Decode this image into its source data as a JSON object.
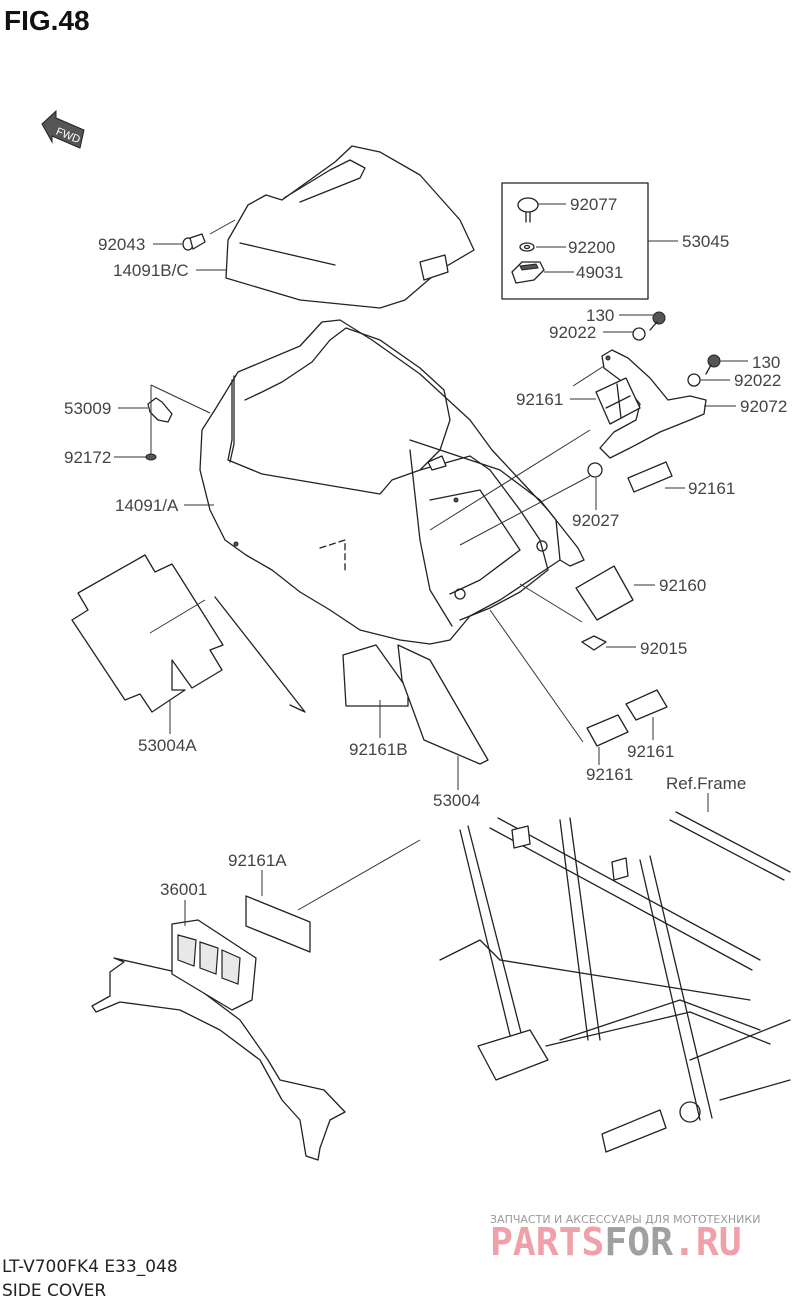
{
  "figure": {
    "title": "FIG.48",
    "direction_indicator": "FWD",
    "model_code": "LT-V700FK4 E33_048",
    "section_name": "SIDE COVER"
  },
  "parts": [
    {
      "id": "p92043",
      "number": "92043"
    },
    {
      "id": "p14091bc",
      "number": "14091B/C"
    },
    {
      "id": "p92077",
      "number": "92077"
    },
    {
      "id": "p92200",
      "number": "92200"
    },
    {
      "id": "p49031",
      "number": "49031"
    },
    {
      "id": "p53045",
      "number": "53045"
    },
    {
      "id": "p130a",
      "number": "130"
    },
    {
      "id": "p92022a",
      "number": "92022"
    },
    {
      "id": "p130b",
      "number": "130"
    },
    {
      "id": "p92022b",
      "number": "92022"
    },
    {
      "id": "p92161a",
      "number": "92161"
    },
    {
      "id": "p92072",
      "number": "92072"
    },
    {
      "id": "p53009",
      "number": "53009"
    },
    {
      "id": "p92172",
      "number": "92172"
    },
    {
      "id": "p14091a",
      "number": "14091/A"
    },
    {
      "id": "p92161b",
      "number": "92161"
    },
    {
      "id": "p92027",
      "number": "92027"
    },
    {
      "id": "p92160",
      "number": "92160"
    },
    {
      "id": "p92015",
      "number": "92015"
    },
    {
      "id": "p53004a",
      "number": "53004A"
    },
    {
      "id": "p92161B",
      "number": "92161B"
    },
    {
      "id": "p53004",
      "number": "53004"
    },
    {
      "id": "p92161c",
      "number": "92161"
    },
    {
      "id": "p92161d",
      "number": "92161"
    },
    {
      "id": "pRefFrame",
      "number": "Ref.Frame"
    },
    {
      "id": "p92161A",
      "number": "92161A"
    },
    {
      "id": "p36001",
      "number": "36001"
    }
  ],
  "watermark": {
    "tagline": "ЗАПЧАСТИ И АКСЕССУАРЫ ДЛЯ МОТОТЕХНИКИ",
    "brand_part1": "PARTS",
    "brand_part2": "FOR",
    "brand_part3": ".RU",
    "brand_color_primary": "#f0a0a8",
    "brand_color_secondary": "#a0a0a0"
  }
}
